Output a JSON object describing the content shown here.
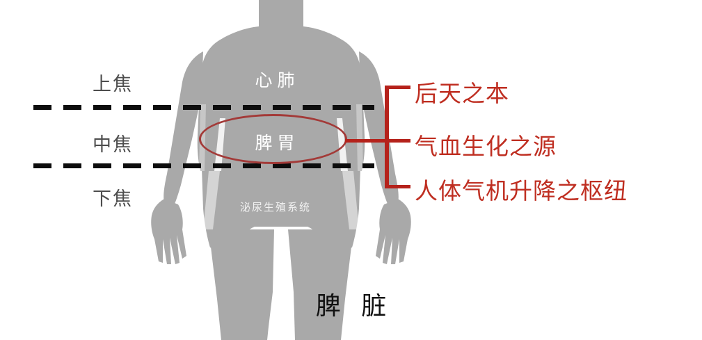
{
  "figure": {
    "silhouette_color": "#a9a9a9",
    "silhouette_gap_color": "#ffffff",
    "alt_name": "human-body-silhouette"
  },
  "dividers": {
    "color": "#0d0d0d",
    "upper_name": "upper-divider-line",
    "lower_name": "lower-divider-line"
  },
  "left_labels": {
    "upper": "上焦",
    "middle": "中焦",
    "lower": "下焦",
    "color": "#4d4d4d"
  },
  "body_labels": {
    "upper": "心肺",
    "middle": "脾胃",
    "lower": "泌尿生殖系统",
    "color": "#ffffff"
  },
  "highlight": {
    "shape": "ellipse",
    "color": "#a33a38",
    "target": "脾胃"
  },
  "bracket": {
    "color": "#b5221b",
    "branches": 3
  },
  "annotations": {
    "color": "#bf2e21",
    "items": [
      "后天之本",
      "气血生化之源",
      "人体气机升降之枢纽"
    ]
  },
  "caption": {
    "text": "脾 脏",
    "color": "#111111"
  }
}
